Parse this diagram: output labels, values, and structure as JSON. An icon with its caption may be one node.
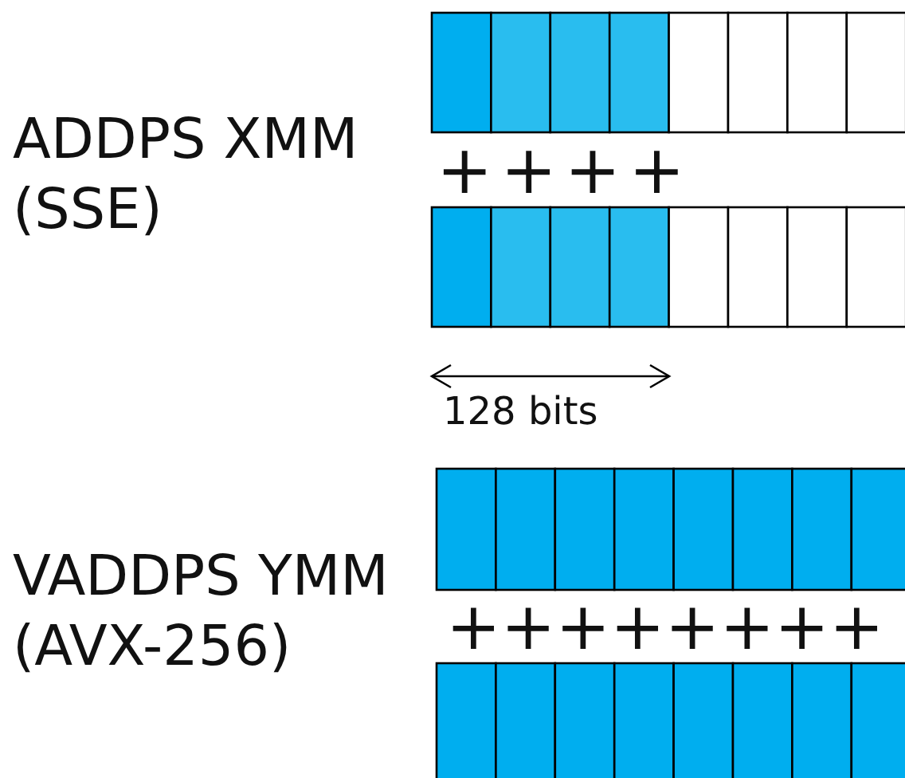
{
  "diagram": {
    "labels": [
      "ADDPS XMM (SSE)",
      "++++",
      "128 bits",
      "VADDPS YMM (AVX-256)",
      "++++++++"
    ]
  }
}
